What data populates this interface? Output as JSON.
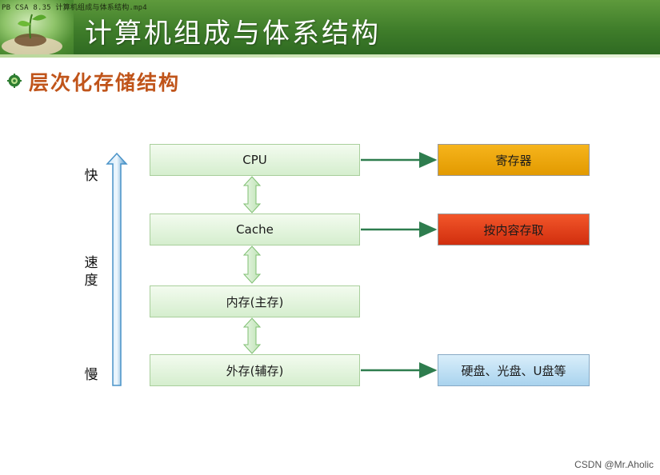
{
  "header": {
    "video_caption": "PB CSA 8.35 计算机组成与体系结构.mp4",
    "title": "计算机组成与体系结构"
  },
  "section": {
    "title": "层次化存储结构"
  },
  "speed_axis": {
    "fast": "快",
    "middle": "速度",
    "slow": "慢"
  },
  "levels": [
    {
      "label": "CPU"
    },
    {
      "label": "Cache"
    },
    {
      "label": "内存(主存)"
    },
    {
      "label": "外存(辅存)"
    }
  ],
  "side_boxes": {
    "register": "寄存器",
    "content_access": "按内容存取",
    "storage_media": "硬盘、光盘、U盘等"
  },
  "colors": {
    "header_green": "#3f7d2a",
    "section_title": "#c0541a",
    "level_fill": "#d5eece",
    "register_fill": "#e29a00",
    "content_fill": "#d12e0e",
    "media_fill": "#a9d3ee",
    "arrow_green": "#2e7d4e",
    "speed_arrow": "#4a93c8",
    "annotation_red": "#e0261a"
  },
  "watermark": "CSDN @Mr.Aholic"
}
